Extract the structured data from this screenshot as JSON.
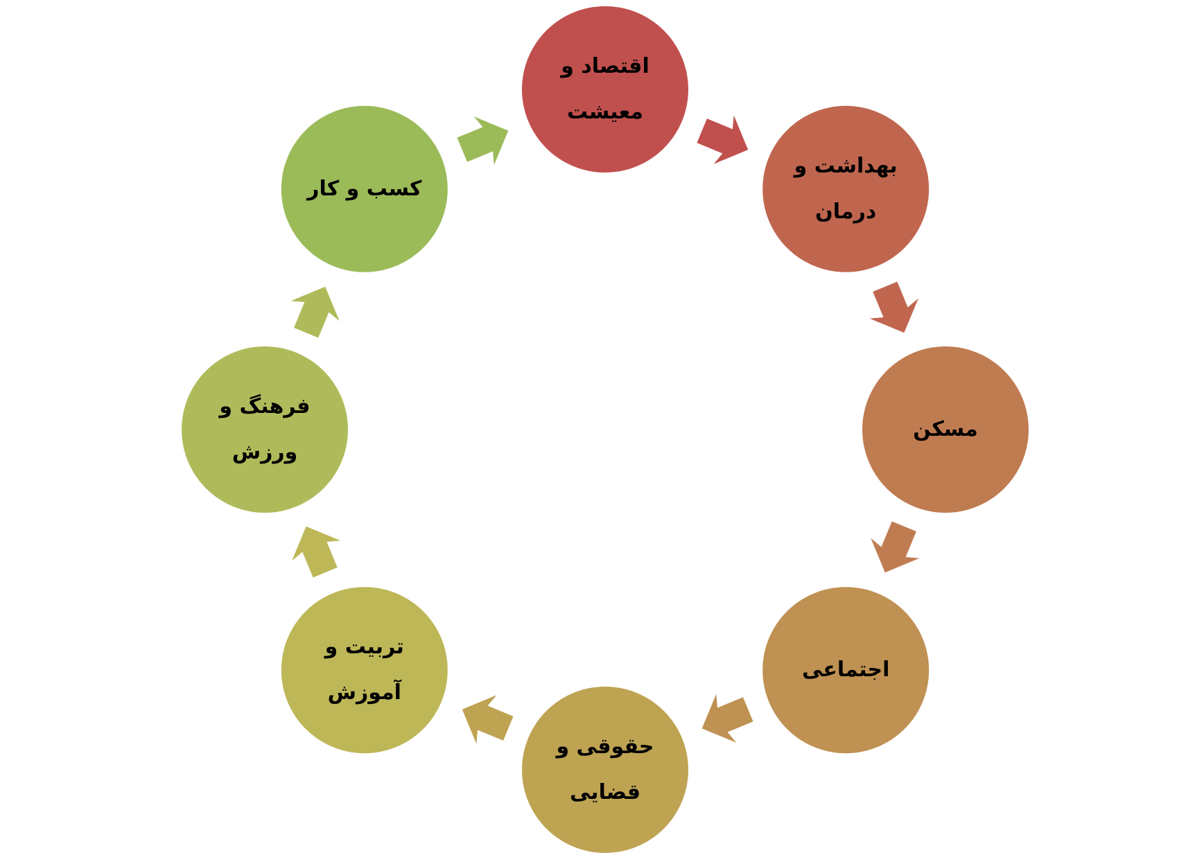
{
  "diagram": {
    "type": "cycle",
    "nodes": [
      {
        "lines": [
          "اقتصاد و",
          "معیشت"
        ],
        "color": "#C0504D"
      },
      {
        "lines": [
          "بهداشت و",
          "درمان"
        ],
        "color": "#C0664F"
      },
      {
        "lines": [
          "مسکن"
        ],
        "color": "#C07C51"
      },
      {
        "lines": [
          "اجتماعی"
        ],
        "color": "#BF9152"
      },
      {
        "lines": [
          "حقوقی و",
          "قضایی"
        ],
        "color": "#BEA353"
      },
      {
        "lines": [
          "تربیت و",
          "آموزش"
        ],
        "color": "#BDB758"
      },
      {
        "lines": [
          "فرهنگ و",
          "ورزش"
        ],
        "color": "#AFBB5A"
      },
      {
        "lines": [
          "کسب و کار"
        ],
        "color": "#9BBB59"
      }
    ]
  }
}
